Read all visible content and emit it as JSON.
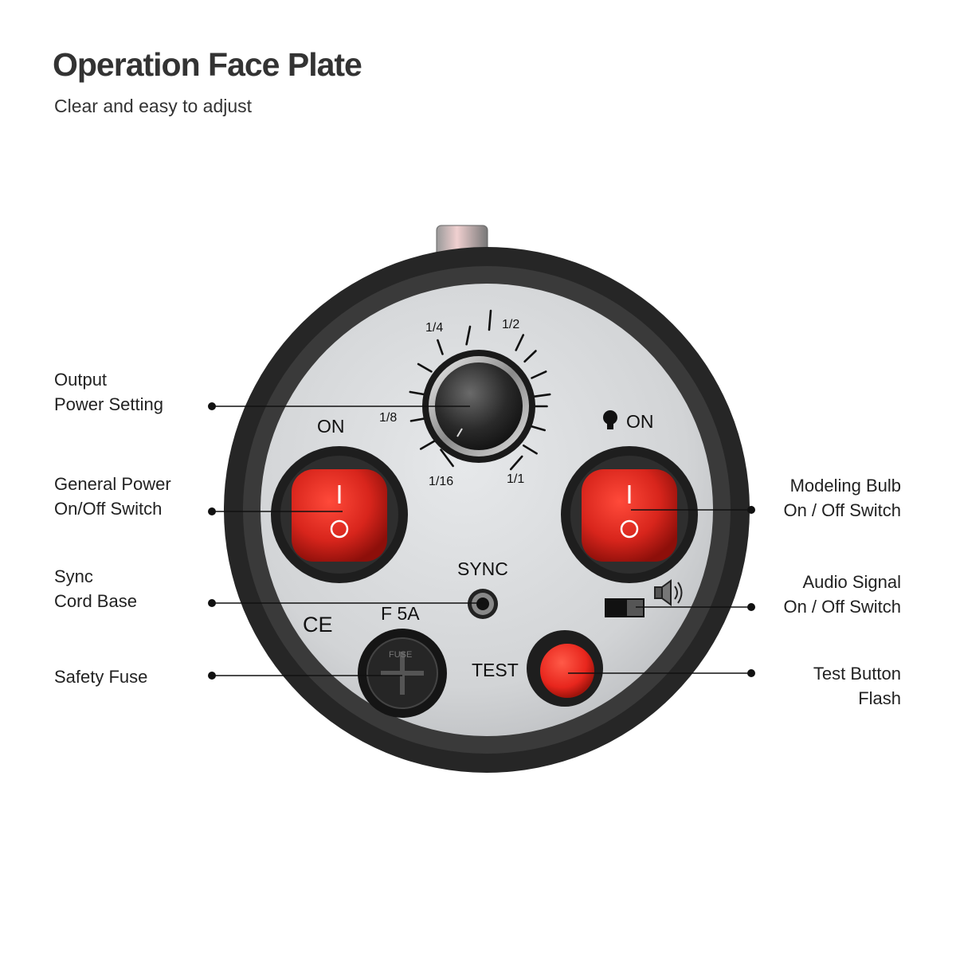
{
  "header": {
    "title": "Operation Face Plate",
    "subtitle": "Clear and easy to adjust"
  },
  "callouts": {
    "output_power": {
      "line1": "Output",
      "line2": "Power Setting"
    },
    "general_power": {
      "line1": "General Power",
      "line2": "On/Off Switch"
    },
    "sync_cord": {
      "line1": "Sync",
      "line2": "Cord Base"
    },
    "safety_fuse": {
      "line1": "Safety Fuse"
    },
    "modeling_bulb": {
      "line1": "Modeling Bulb",
      "line2": "On / Off Switch"
    },
    "audio_signal": {
      "line1": "Audio Signal",
      "line2": "On / Off Switch"
    },
    "test_button": {
      "line1": "Test Button",
      "line2": "Flash"
    }
  },
  "panel": {
    "dial_scale": {
      "quarter": "1/4",
      "half": "1/2",
      "eighth": "1/8",
      "sixteenth": "1/16",
      "full": "1/1"
    },
    "power_on": "ON",
    "modeling_on": "ON",
    "rocker_on_mark": "I",
    "rocker_off_mark": "O",
    "sync": "SYNC",
    "ce_mark": "CE",
    "fuse_rating": "F 5A",
    "fuse_cap_text": "FUSE",
    "test": "TEST"
  },
  "colors": {
    "rocker_red": "#d8251c",
    "test_red": "#e8261d",
    "bezel": "#2a2a2a",
    "faceplate": "#d4d6d8"
  }
}
